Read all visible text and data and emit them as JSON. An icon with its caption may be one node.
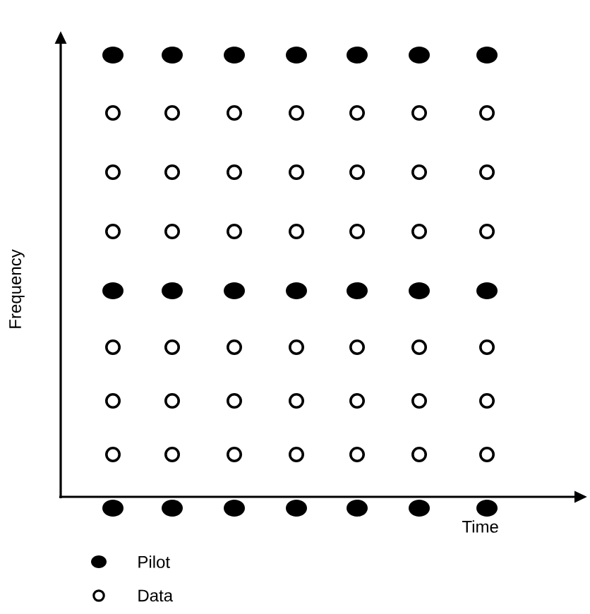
{
  "diagram": {
    "labels": [
      "Frequency",
      "Time"
    ],
    "legend": [
      {
        "text": "Pilot"
      },
      {
        "text": "Data"
      }
    ]
  }
}
